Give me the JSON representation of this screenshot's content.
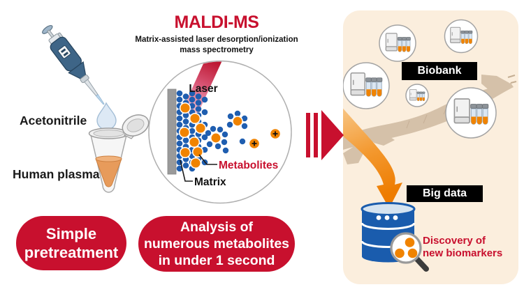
{
  "title": {
    "main": "MALDI-MS",
    "subtitle_line1": "Matrix-assisted laser desorption/ionization",
    "subtitle_line2": "mass spectrometry"
  },
  "left": {
    "reagent_label": "Acetonitrile",
    "sample_label": "Human plasma"
  },
  "diagram": {
    "laser_label": "Laser",
    "metabolites_label": "Metabolites",
    "matrix_label": "Matrix"
  },
  "badges": {
    "simple": {
      "lines": [
        "Simple",
        "pretreatment"
      ]
    },
    "analysis": {
      "lines": [
        "Analysis of",
        "numerous metabolites",
        "in under 1 second"
      ]
    }
  },
  "panel": {
    "biobank_label": "Biobank",
    "bigdata_label": "Big data",
    "discovery": {
      "lines": [
        "Discovery of",
        "new biomarkers"
      ]
    }
  },
  "colors": {
    "accent_red": "#c8102e",
    "matrix_blue": "#1f5eb0",
    "metabolite_orange": "#f08300",
    "panel_beige": "#fbeedd",
    "database_blue": "#1a5cad",
    "map_tan": "#d3bfa7",
    "black_tag": "#000000"
  }
}
